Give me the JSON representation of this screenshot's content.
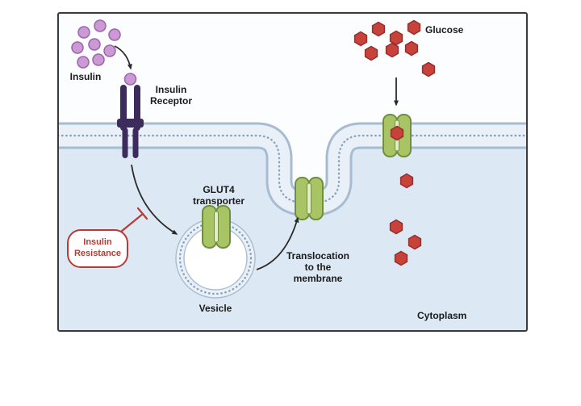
{
  "figure": {
    "labels": {
      "insulin": "Insulin",
      "insulin_receptor": [
        "Insulin",
        "Receptor"
      ],
      "glucose": "Glucose",
      "glut4_transporter": [
        "GLUT4",
        "transporter"
      ],
      "vesicle": "Vesicle",
      "translocation": [
        "Translocation",
        "to the",
        "membrane"
      ],
      "insulin_resistance": [
        "Insulin",
        "Resistance"
      ],
      "cytoplasm": "Cytoplasm"
    },
    "colors": {
      "insulin_fill": "#cb9ad5",
      "insulin_stroke": "#9c64ad",
      "receptor_purple": "#3e2b5d",
      "glucose_fill": "#c8423c",
      "glucose_stroke": "#992e29",
      "transporter_fill": "#a9c464",
      "transporter_stroke": "#6f8f3f",
      "transporter_pore": "#e4eec6",
      "membrane_fill": "#e9f0f8",
      "membrane_edge": "#a8bcd1",
      "membrane_dots": "#8ba2bb",
      "cytoplasm_fill": "#dce8f4",
      "resistance_red": "#b93a34",
      "arrow_black": "#2b2b2b",
      "frame_border": "#3a3a3a"
    }
  }
}
